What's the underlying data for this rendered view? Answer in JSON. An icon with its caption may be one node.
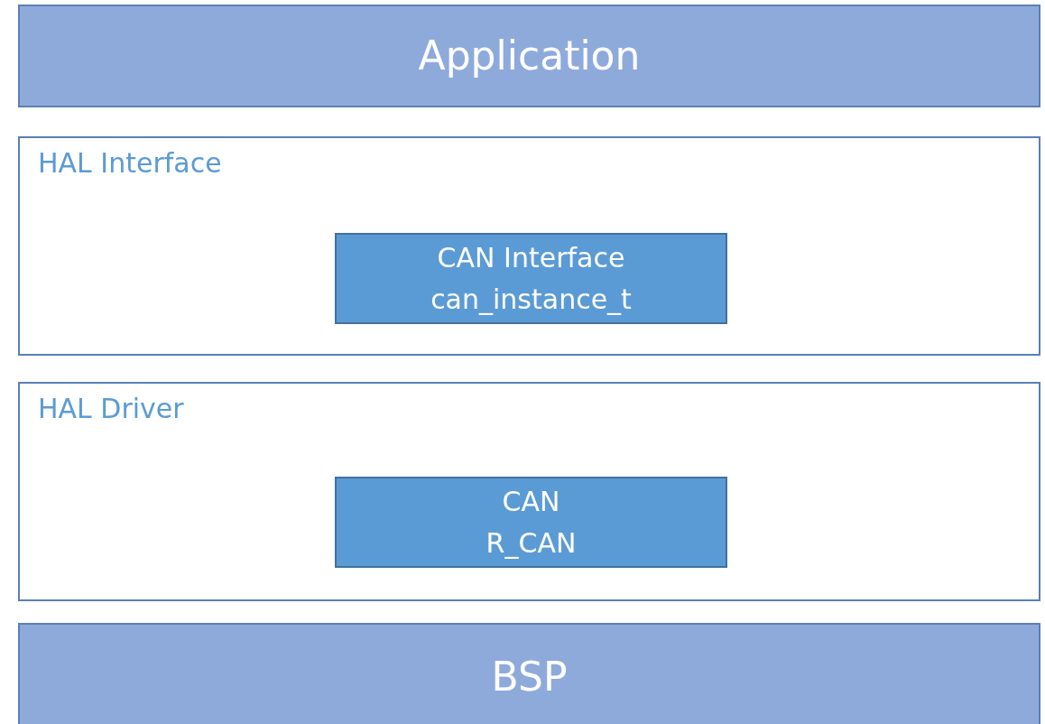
{
  "diagram": {
    "nodes": [
      {
        "text": [
          "Application"
        ]
      },
      {
        "text": [
          "HAL Interface"
        ]
      },
      {
        "text": [
          "CAN Interface",
          "can_instance_t"
        ],
        "in": 1
      },
      {
        "text": [
          "HAL Driver"
        ]
      },
      {
        "text": [
          "CAN",
          "R_CAN"
        ],
        "in": 3
      },
      {
        "text": [
          "BSP"
        ]
      }
    ]
  }
}
